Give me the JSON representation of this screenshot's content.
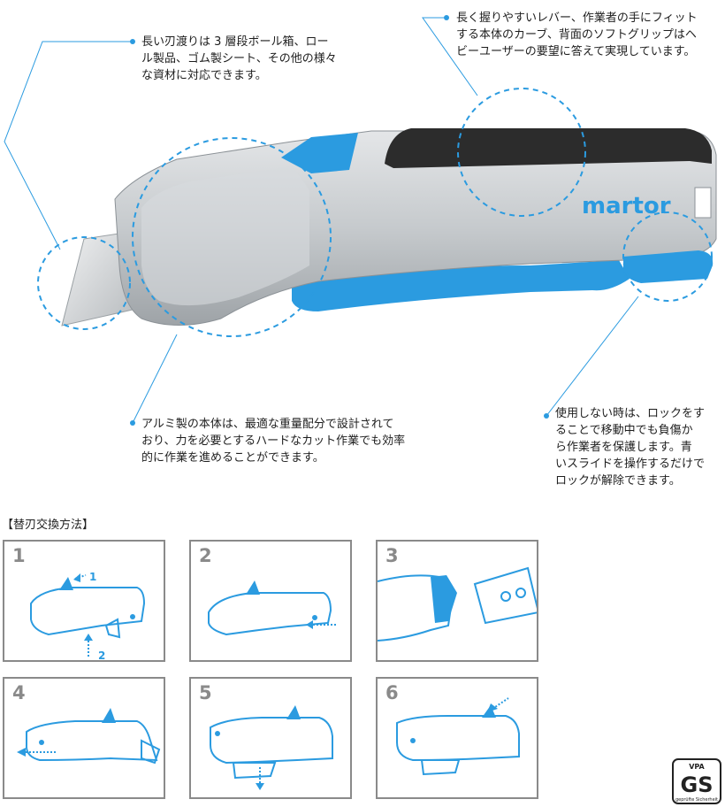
{
  "callouts": {
    "blade": "長い刃渡りは 3 層段ボール箱、ロー\nル製品、ゴム製シート、その他の様々\nな資材に対応できます。",
    "grip": "長く握りやすいレバー、作業者の手にフィット\nする本体のカーブ、背面のソフトグリップはヘ\nビーユーザーの要望に答えて実現しています。",
    "body": "アルミ製の本体は、最適な重量配分で設計されて\nおり、力を必要とするハードなカット作業でも効率\n的に作業を進めることができます。",
    "lock": "使用しない時は、ロックをす\nることで移動中でも負傷か\nら作業者を保護します。青\nいスライドを操作するだけで\nロックが解除できます。"
  },
  "brand": "martor",
  "section_title": "【替刃交換方法】",
  "steps": [
    {
      "number": "1",
      "arrow_labels": [
        "1",
        "2"
      ]
    },
    {
      "number": "2"
    },
    {
      "number": "3"
    },
    {
      "number": "4"
    },
    {
      "number": "5"
    },
    {
      "number": "6"
    }
  ],
  "certification": {
    "top": "VPA",
    "mark": "GS",
    "sub": "geprüfte Sicherheit"
  },
  "colors": {
    "accent": "#2b9be0",
    "line": "#2b9be0",
    "body": "#c9cdd1",
    "grip": "#2c2c2c",
    "frame": "#8a8a8a"
  }
}
